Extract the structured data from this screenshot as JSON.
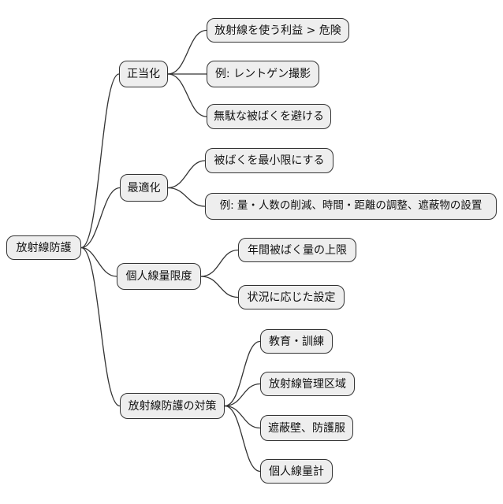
{
  "diagram": {
    "type": "mindmap",
    "topic": "radiation protection",
    "root": {
      "label": "放射線防護"
    },
    "branches": [
      {
        "label": "正当化",
        "children": [
          "放射線を使う利益 > 危険",
          "例: レントゲン撮影",
          "無駄な被ばくを避ける"
        ]
      },
      {
        "label": "最適化",
        "children": [
          "被ばくを最小限にする",
          "例: 量・人数の削減、時間・距離の調整、遮蔽物の設置"
        ]
      },
      {
        "label": "個人線量限度",
        "children": [
          "年間被ばく量の上限",
          "状況に応じた設定"
        ]
      },
      {
        "label": "放射線防護の対策",
        "children": [
          "教育・訓練",
          "放射線管理区域",
          "遮蔽壁、防護服",
          "個人線量計"
        ]
      }
    ],
    "colors": {
      "background": "#ffffff",
      "node_fill": "#eeeeee",
      "node_border": "#333333",
      "line": "#333333",
      "text": "#111111"
    }
  }
}
